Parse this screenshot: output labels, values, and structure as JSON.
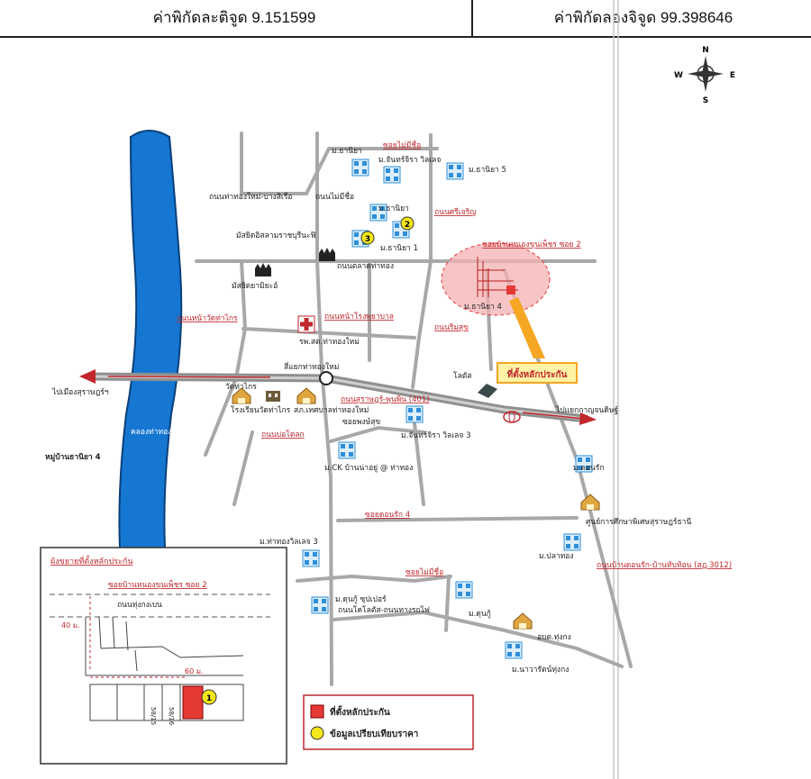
{
  "header": {
    "latitude": "ค่าพิกัดละติจูด 9.151599",
    "longitude": "ค่าพิกัดลองจิจูด 99.398646"
  },
  "compass": {
    "n": "N",
    "s": "S",
    "e": "E",
    "w": "W"
  },
  "labels": {
    "soi_mai_mi_chue_top": "ซอยไม่มีชื่อ",
    "m_thaniya_top": "ม.ธานิยา",
    "m_chanthra_top": "ม.จันทร์จิรา วิลเลจ",
    "m_thaniya5": "ม.ธานิยา 5",
    "road_thathong_bangsaen": "ถนนท่าทองใหม่-บางสิเรือ",
    "road_mai_mi_chue": "ถนนไม่มีชื่อ",
    "m_thaniya_mid": "ม.ธานิยา",
    "thanon_sri_charoen": "ถนนศรีเจริญ",
    "masjid_a": "มัสยิดอิสลามราชบุรีนะฟิ",
    "m_thaniya1": "ม.ธานิยา 1",
    "soi_ban_nong": "ซอยบ้านหนองขุนเพ็ชร ซอย 2",
    "road_talat": "ถนนตลาดท่าทอง",
    "masjid_b": "มัสยิดยามิยะอ์",
    "m_thaniya4": "ม.ธานิยา 4",
    "road_wat_tha_krai": "ถนนหน้าวัดท่าไกร",
    "road_hospital": "ถนนหน้าโรงพยาบาล",
    "hospital": "รพ.สต.ท่าทองใหม่",
    "road_rimsuk": "ถนนริมสุข",
    "khlong": "คลองท่าทอง",
    "intersection": "สี่แยกท่าทองใหม่",
    "to_surat": "ไปเมืองสุราษฎร์ฯ",
    "wat_tha_krai": "วัดท่าไกร",
    "school_wat": "โรงเรียนวัดท่าไกร",
    "police": "สภ.เทศบาลท่าทองใหม่",
    "road_surat_phun": "ถนนสุราษฎร์-พุนพิน (401)",
    "tesco": "โลตัส",
    "to_kanchanadit": "ไปแยกกาญจนดิษฐ์",
    "road_bo_talak": "ถนนบ่อโตลก",
    "soi_phong_suk": "ซอยพงษ์สุข",
    "m_chanthra3": "ม.จันทร์จิรา วิลเลจ 3",
    "m_ck": "ม.CK บ้านน่าอยู่ @ ท่าทอง",
    "village_thaniya4": "หมู่บ้านธานิยา 4",
    "m_donrak": "ม.ดอนรัก",
    "soi_donrak4": "ซอยดอนรัก 4",
    "center_surat": "ศูนย์การศึกษาพิเศษสุราษฎร์ธานี",
    "m_thathong3": "ม.ท่าทองวิลเลจ 3",
    "m_plathong": "ม.ปลาทอง",
    "road_donrak_tapthong": "ถนนบ้านดอนรัก-บ้านทับท้อน (สฎ.3012)",
    "soi_mai_mi_chue_bottom": "ซอยไม่มีชื่อ",
    "m_dunku_a": "ม.ดุนกู้ ซุปเปอร์",
    "road_rotfai": "ถนนโคโลตัส-ถนนทางรถไฟ",
    "m_dunku_b": "ม.ดุนกู้",
    "obt_thungkong": "อบต.ทุ่งกง",
    "m_navarat": "ม.นาวารัตน์ทุ่งกง",
    "target_label": "ที่ตั้งหลักประกัน"
  },
  "points": {
    "c1": "1",
    "c2": "2",
    "c3": "3"
  },
  "inset": {
    "title": "ผังขยายที่ตั้งหลักประกัน",
    "soi_label": "ซอยบ้านหนองขุนเพ็ชร ซอย 2",
    "road_label": "ถนนทุ่งกงเบน",
    "dim_40": "40 ม.",
    "dim_60": "60 ม.",
    "plot_a": "58/15",
    "plot_b": "58/16",
    "c1": "1"
  },
  "legend": {
    "collateral": "ที่ตั้งหลักประกัน",
    "comparison": "ข้อมูลเปรียบเทียบราคา"
  },
  "colors": {
    "river": "#1677d2",
    "road": "#a8a8a8",
    "label_red": "#c0262b",
    "target": "#e53935",
    "highlight": "#f6b2b4",
    "point": "#f5e61a",
    "callout": "#f5a623",
    "estate": "#2f8fd8"
  }
}
